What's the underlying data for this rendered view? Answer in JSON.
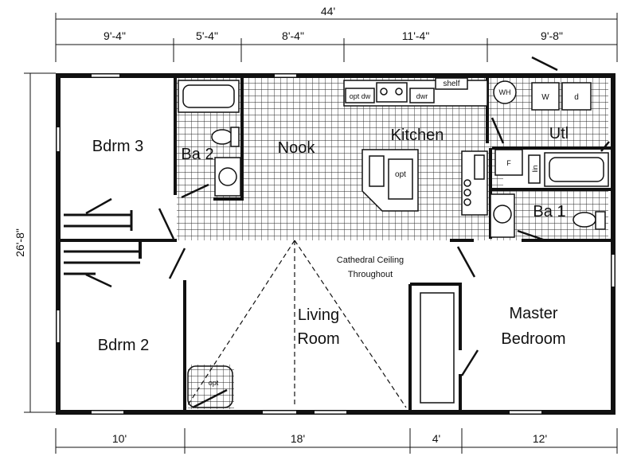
{
  "dimensions": {
    "overall_width": "44'",
    "top_segments": [
      "9'-4\"",
      "5'-4\"",
      "8'-4\"",
      "11'-4\"",
      "9'-8\""
    ],
    "bottom_segments": [
      "10'",
      "18'",
      "4'",
      "12'"
    ],
    "depth": "26'-8\""
  },
  "rooms": {
    "bdrm3": "Bdrm 3",
    "ba2": "Ba 2",
    "nook": "Nook",
    "kitchen": "Kitchen",
    "utl": "Utl",
    "ba1": "Ba 1",
    "bdrm2": "Bdrm 2",
    "living_line1": "Living",
    "living_line2": "Room",
    "master_line1": "Master",
    "master_line2": "Bedroom"
  },
  "notes": {
    "ceiling_line1": "Cathedral Ceiling",
    "ceiling_line2": "Throughout"
  },
  "fixtures": {
    "opt_dw": "opt dw",
    "dwr": "dwr",
    "shelf": "shelf",
    "wh": "WH",
    "washer": "W",
    "dryer": "d",
    "furnace": "F",
    "lin": "lin",
    "island_opt": "opt",
    "fireplace_opt": "opt"
  },
  "colors": {
    "wall": "#111111",
    "tile": "#222222",
    "paper": "#ffffff"
  }
}
